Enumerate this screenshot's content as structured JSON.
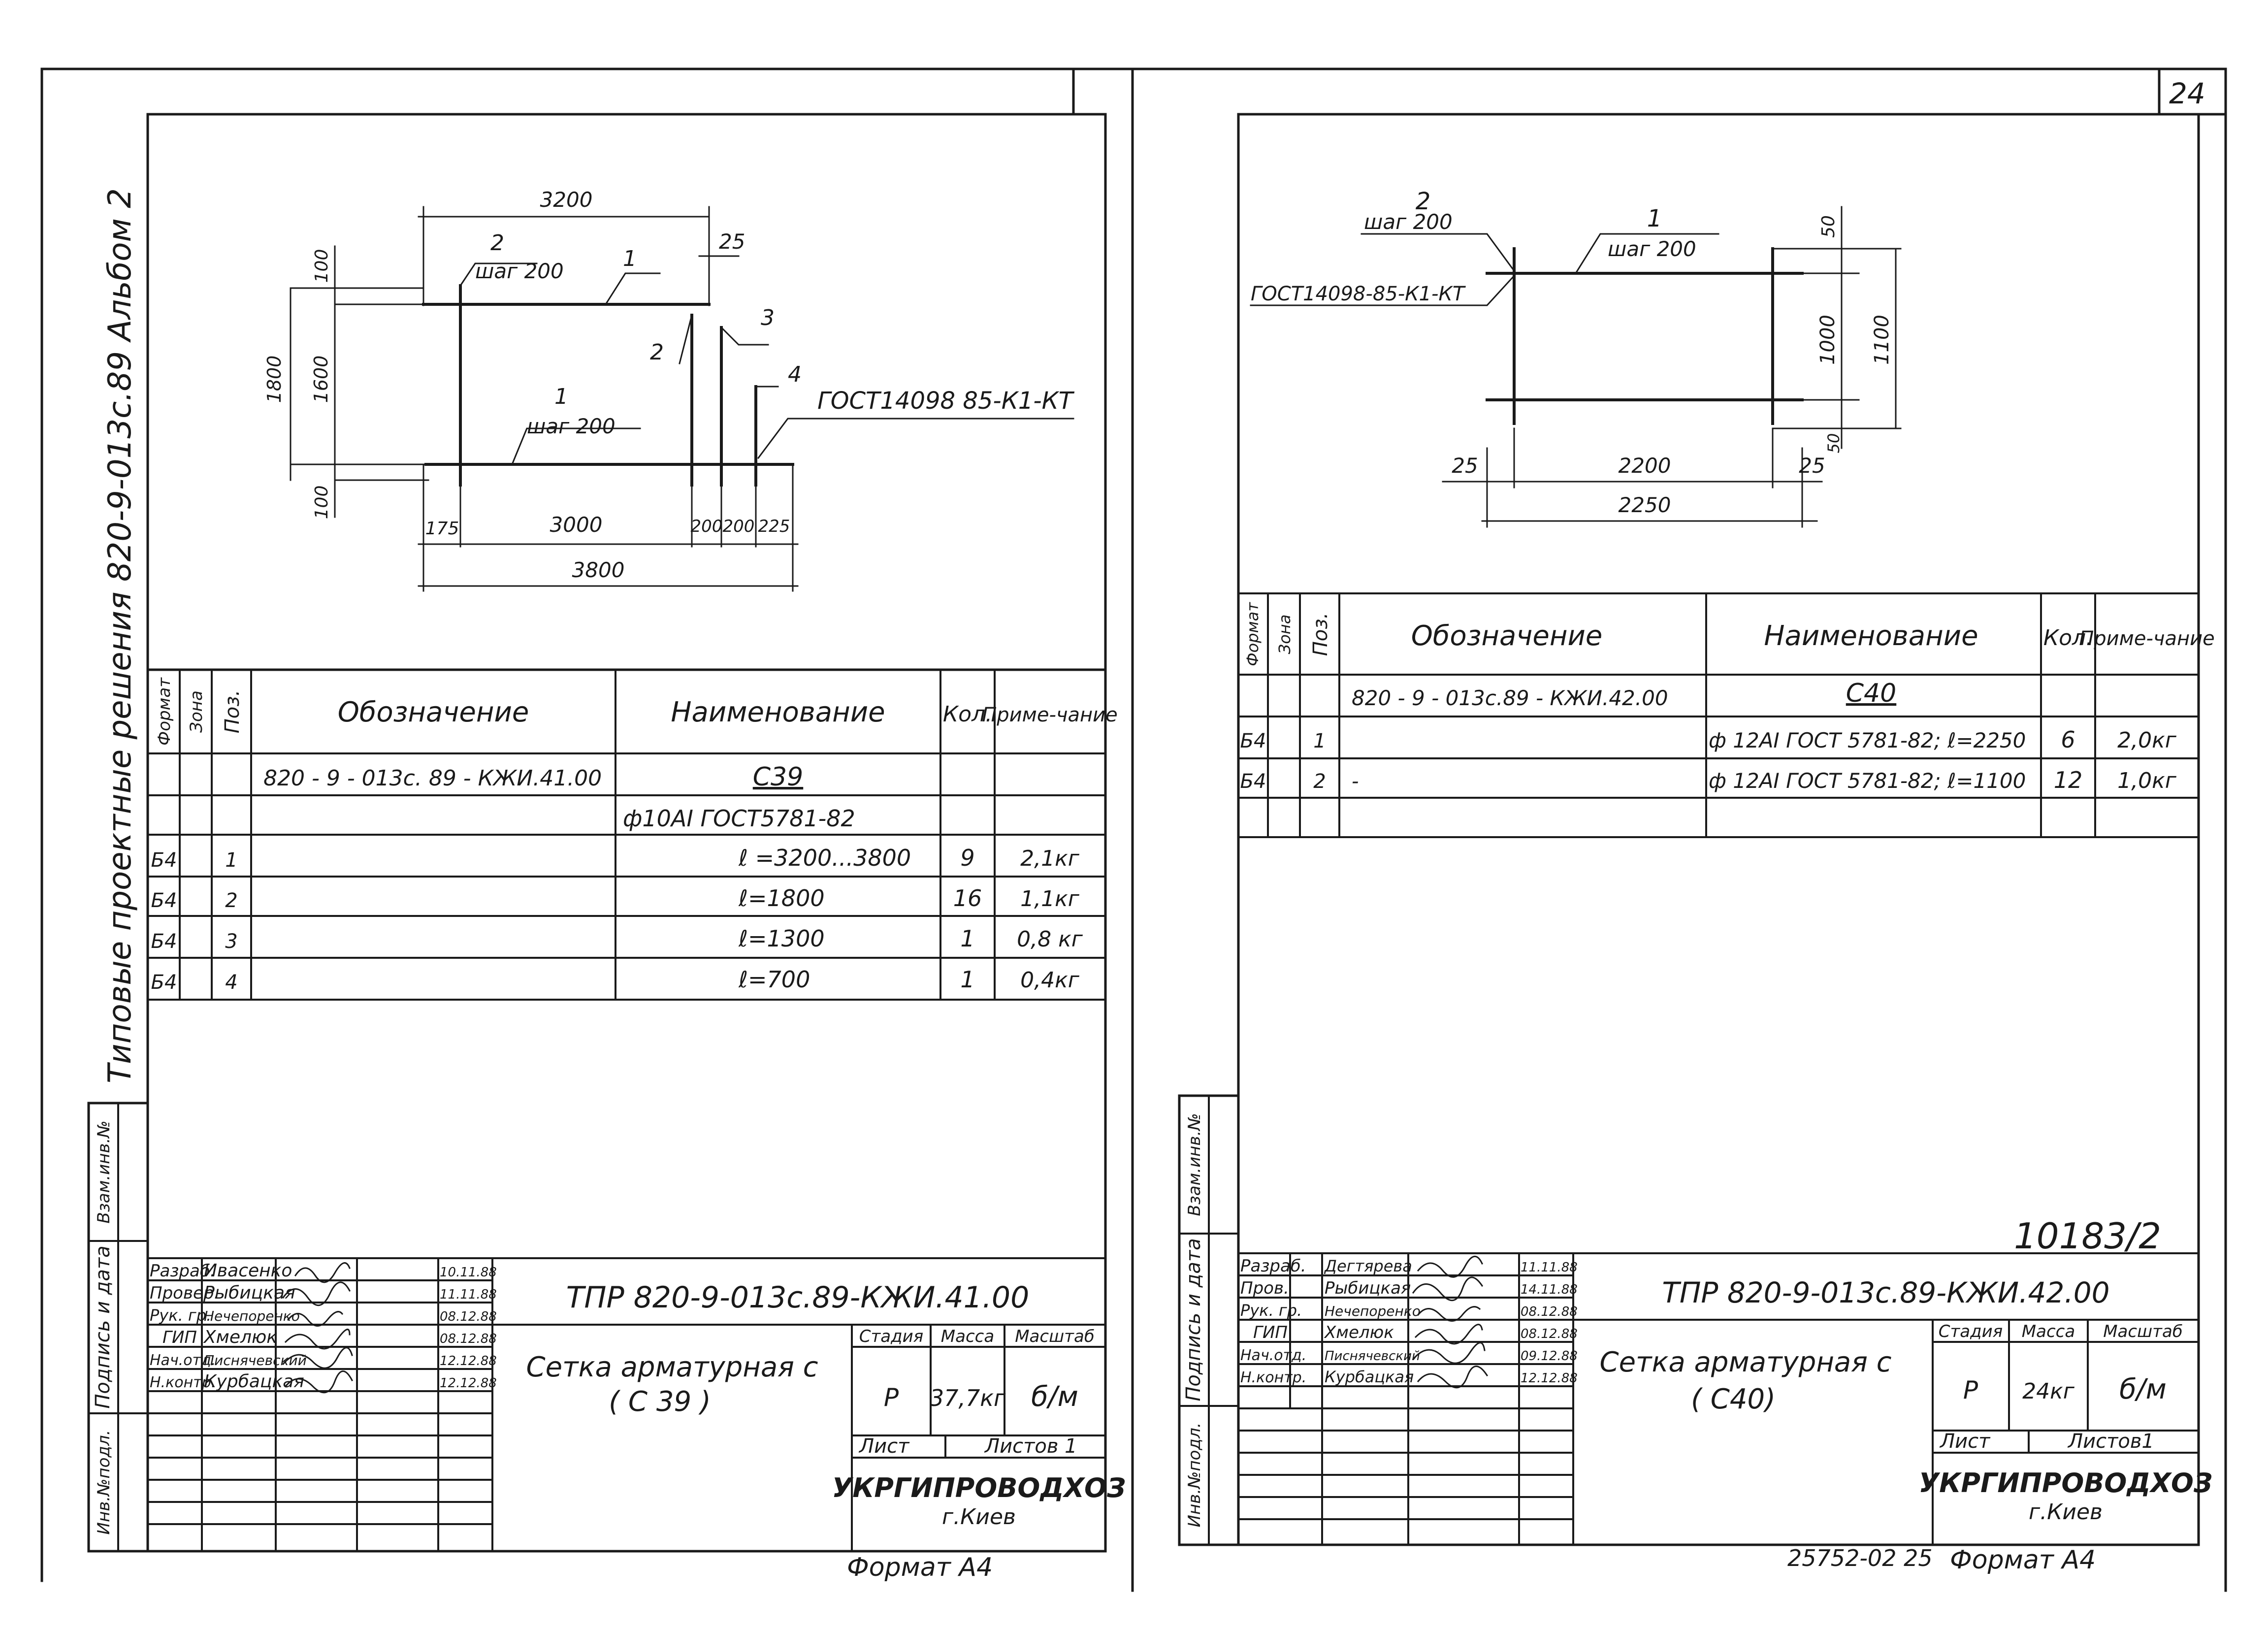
{
  "page_number": "24",
  "side_caption": "Типовые проектные решения 820-9-013с.89 Альбом 2",
  "left": {
    "drawing": {
      "dim_total_top": "3200",
      "dim_25": "25",
      "label_2_top": "2",
      "step_2_top": "шаг 200",
      "label_1_top": "1",
      "label_2_mid": "2",
      "label_3": "3",
      "label_4": "4",
      "gost": "ГОСТ14098 85-К1-КТ",
      "label_1_low": "1",
      "step_1_low": "шаг 200",
      "dim_1800": "1800",
      "dim_1600": "1600",
      "dim_100_top": "100",
      "dim_100_bot": "100",
      "dim_175": "175",
      "dim_3000": "3000",
      "dim_200a": "200",
      "dim_200b": "200",
      "dim_225": "225",
      "dim_3800": "3800"
    },
    "spec": {
      "headers": {
        "format": "Формат",
        "zone": "Зона",
        "pos": "Поз.",
        "designation": "Обозначение",
        "name": "Наименование",
        "qty": "Кол.",
        "note": "Приме-чание"
      },
      "designation": "820 - 9 - 013с. 89 - КЖИ.41.00",
      "title": "С39",
      "subtitle": "ф10АI ГОСТ5781-82",
      "rows": [
        {
          "format": "Б4",
          "pos": "1",
          "name": "ℓ =3200...3800",
          "qty": "9",
          "note": "2,1кг"
        },
        {
          "format": "Б4",
          "pos": "2",
          "name": "ℓ=1800",
          "qty": "16",
          "note": "1,1кг"
        },
        {
          "format": "Б4",
          "pos": "3",
          "name": "ℓ=1300",
          "qty": "1",
          "note": "0,8 кг"
        },
        {
          "format": "Б4",
          "pos": "4",
          "name": "ℓ=700",
          "qty": "1",
          "note": "0,4кг"
        }
      ]
    },
    "stamp": {
      "roles": [
        {
          "role": "Разраб.",
          "name": "Ивасенко",
          "date": "10.11.88"
        },
        {
          "role": "Провер.",
          "name": "Рыбицкая",
          "date": "11.11.88"
        },
        {
          "role": "Рук. гр.",
          "name": "Нечепоренко",
          "date": "08.12.88"
        },
        {
          "role": "ГИП",
          "name": "Хмелюк",
          "date": "08.12.88"
        },
        {
          "role": "Нач.отд.",
          "name": "Писнячевский",
          "date": "12.12.88"
        },
        {
          "role": "Н.контр.",
          "name": "Курбацкая",
          "date": "12.12.88"
        }
      ],
      "code": "ТПР 820-9-013с.89-КЖИ.41.00",
      "title_line1": "Сетка арматурная с",
      "title_line2": "( С 39 )",
      "stage_label": "Стадия",
      "mass_label": "Масса",
      "scale_label": "Масштаб",
      "stage": "Р",
      "mass": "37,7кг",
      "scale": "б/м",
      "sheet_label": "Лист",
      "sheets_label": "Листов 1",
      "org": "УКРГИПРОВОДХОЗ",
      "city": "г.Киев"
    },
    "side_labels": [
      "Инв.№подл.",
      "Подпись и дата",
      "Взам.инв.№"
    ],
    "format": "Формат А4"
  },
  "right": {
    "drawing": {
      "label_2": "2",
      "step_2": "шаг 200",
      "label_1": "1",
      "step_1": "шаг 200",
      "gost": "ГОСТ14098-85-К1-КТ",
      "dim_50_top": "50",
      "dim_1000": "1000",
      "dim_1100": "1100",
      "dim_50_bot": "50",
      "dim_25_left": "25",
      "dim_2200": "2200",
      "dim_25_right": "25",
      "dim_2250": "2250"
    },
    "spec": {
      "headers": {
        "format": "Формат",
        "zone": "Зона",
        "pos": "Поз.",
        "designation": "Обозначение",
        "name": "Наименование",
        "qty": "Кол.",
        "note": "Приме-чание"
      },
      "designation": "820 - 9 - 013с.89 - КЖИ.42.00",
      "title": "С40",
      "rows": [
        {
          "format": "Б4",
          "pos": "1",
          "designation": "",
          "name": "ф 12АI ГОСТ 5781-82; ℓ=2250",
          "qty": "6",
          "note": "2,0кг"
        },
        {
          "format": "Б4",
          "pos": "2",
          "designation": "-",
          "name": "ф 12АI ГОСТ 5781-82; ℓ=1100",
          "qty": "12",
          "note": "1,0кг"
        }
      ]
    },
    "archive": "10183/2",
    "stamp": {
      "roles": [
        {
          "role": "Разраб.",
          "name": "Дегтярева",
          "date": "11.11.88"
        },
        {
          "role": "Пров.",
          "name": "Рыбицкая",
          "date": "14.11.88"
        },
        {
          "role": "Рук. гр.",
          "name": "Нечепоренко",
          "date": "08.12.88"
        },
        {
          "role": "ГИП",
          "name": "Хмелюк",
          "date": "08.12.88"
        },
        {
          "role": "Нач.отд.",
          "name": "Писнячевский",
          "date": "09.12.88"
        },
        {
          "role": "Н.контр.",
          "name": "Курбацкая",
          "date": "12.12.88"
        }
      ],
      "code": "ТПР 820-9-013с.89-КЖИ.42.00",
      "title_line1": "Сетка арматурная с",
      "title_line2": "( С40)",
      "stage_label": "Стадия",
      "mass_label": "Масса",
      "scale_label": "Масштаб",
      "stage": "Р",
      "mass": "24кг",
      "scale": "б/м",
      "sheet_label": "Лист",
      "sheets_label": "Листов1",
      "org": "УКРГИПРОВОДХОЗ",
      "city": "г.Киев"
    },
    "side_labels": [
      "Инв.№подл.",
      "Подпись и дата",
      "Взам.инв.№"
    ],
    "footer_code": "25752-02 25",
    "format": "Формат А4"
  }
}
